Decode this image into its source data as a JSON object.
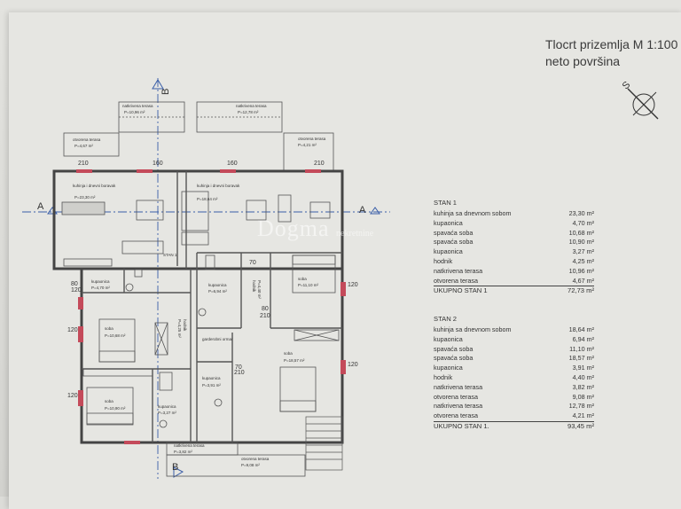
{
  "header": {
    "title": "Tlocrt prizemlja M 1:100",
    "subtitle": "neto površina"
  },
  "north": {
    "letter": "S"
  },
  "sections": {
    "a_left": "A",
    "a_right": "A",
    "b_top": "B",
    "b_bottom": "B"
  },
  "watermark": {
    "name": "Dogma",
    "tag": "nekretnine"
  },
  "plan_labels": {
    "natkrivena_terasa_1": "natkrivena terasa",
    "area_nt1": "P=10,96 m²",
    "natkrivena_terasa_2": "natkrivena terasa",
    "area_nt2": "P=12,78 m²",
    "otvorena_terasa_1": "otvorena terasa",
    "area_ot1": "P=4,67 m²",
    "otvorena_terasa_2": "otvorena terasa",
    "area_ot2": "P=4,21 m²",
    "kuhinja_1": "kuhinja i dnevni boravak",
    "area_k1": "P=23,30 m²",
    "kuhinja_2": "kuhinja i dnevni boravak",
    "area_k2": "P=18,64 m²",
    "kupaonica_1": "kupaonica",
    "area_kup1": "P=4,70 m²",
    "kupaonica_2": "kupaonica",
    "area_kup2": "P=6,94 m²",
    "hodnik_1": "hodnik",
    "area_h1": "P=4,40 m²",
    "soba_1": "soba",
    "area_s1": "P=11,10 m²",
    "soba_2": "soba",
    "area_s2": "P=10,68 m²",
    "soba_3": "soba",
    "area_s3": "P=18,57 m²",
    "soba_4": "soba",
    "area_s4": "P=10,90 m²",
    "garderoba": "garderobni ormar",
    "hodnik_2": "hodnik",
    "area_h2": "P=4,25 m²",
    "kupaonica_3": "kupaonica",
    "area_kup3": "P=3,91 m²",
    "kupaonica_4": "kupaonica",
    "area_kup4": "P=3,27 m²",
    "natkrivena_terasa_3": "natkrivena terasa",
    "area_nt3": "P=3,82 m²",
    "otvorena_terasa_3": "otvorena terasa",
    "area_ot3": "P=9,08 m²",
    "stan_mark": "STAN 1",
    "d80": "80",
    "d120": "120",
    "d210": "210",
    "d160": "160",
    "d70": "70"
  },
  "stan1": {
    "title": "STAN 1",
    "rows": [
      {
        "label": "kuhinja sa dnevnom sobom",
        "value": "23,30 m²"
      },
      {
        "label": "kupaonica",
        "value": "4,70 m²"
      },
      {
        "label": "spavaća soba",
        "value": "10,68 m²"
      },
      {
        "label": "spavaća soba",
        "value": "10,90 m²"
      },
      {
        "label": "kupaonica",
        "value": "3,27 m²"
      },
      {
        "label": "hodnik",
        "value": "4,25 m²"
      },
      {
        "label": "natkrivena terasa",
        "value": "10,96 m²"
      },
      {
        "label": "otvorena terasa",
        "value": "4,67 m²"
      }
    ],
    "total_label": "UKUPNO STAN 1",
    "total_value": "72,73 m²"
  },
  "stan2": {
    "title": "STAN 2",
    "rows": [
      {
        "label": "kuhinja sa dnevnom sobom",
        "value": "18,64 m²"
      },
      {
        "label": "kupaonica",
        "value": "6,94 m²"
      },
      {
        "label": "spavaća soba",
        "value": "11,10 m²"
      },
      {
        "label": "spavaća soba",
        "value": "18,57 m²"
      },
      {
        "label": "kupaonica",
        "value": "3,91 m²"
      },
      {
        "label": "hodnik",
        "value": "4,40 m²"
      },
      {
        "label": "natkrivena terasa",
        "value": "3,82 m²"
      },
      {
        "label": "otvorena terasa",
        "value": "9,08 m²"
      },
      {
        "label": "natkrivena terasa",
        "value": "12,78 m²"
      },
      {
        "label": "otvorena terasa",
        "value": "4,21 m²"
      }
    ],
    "total_label": "UKUPNO STAN 1.",
    "total_value": "93,45 m²"
  }
}
